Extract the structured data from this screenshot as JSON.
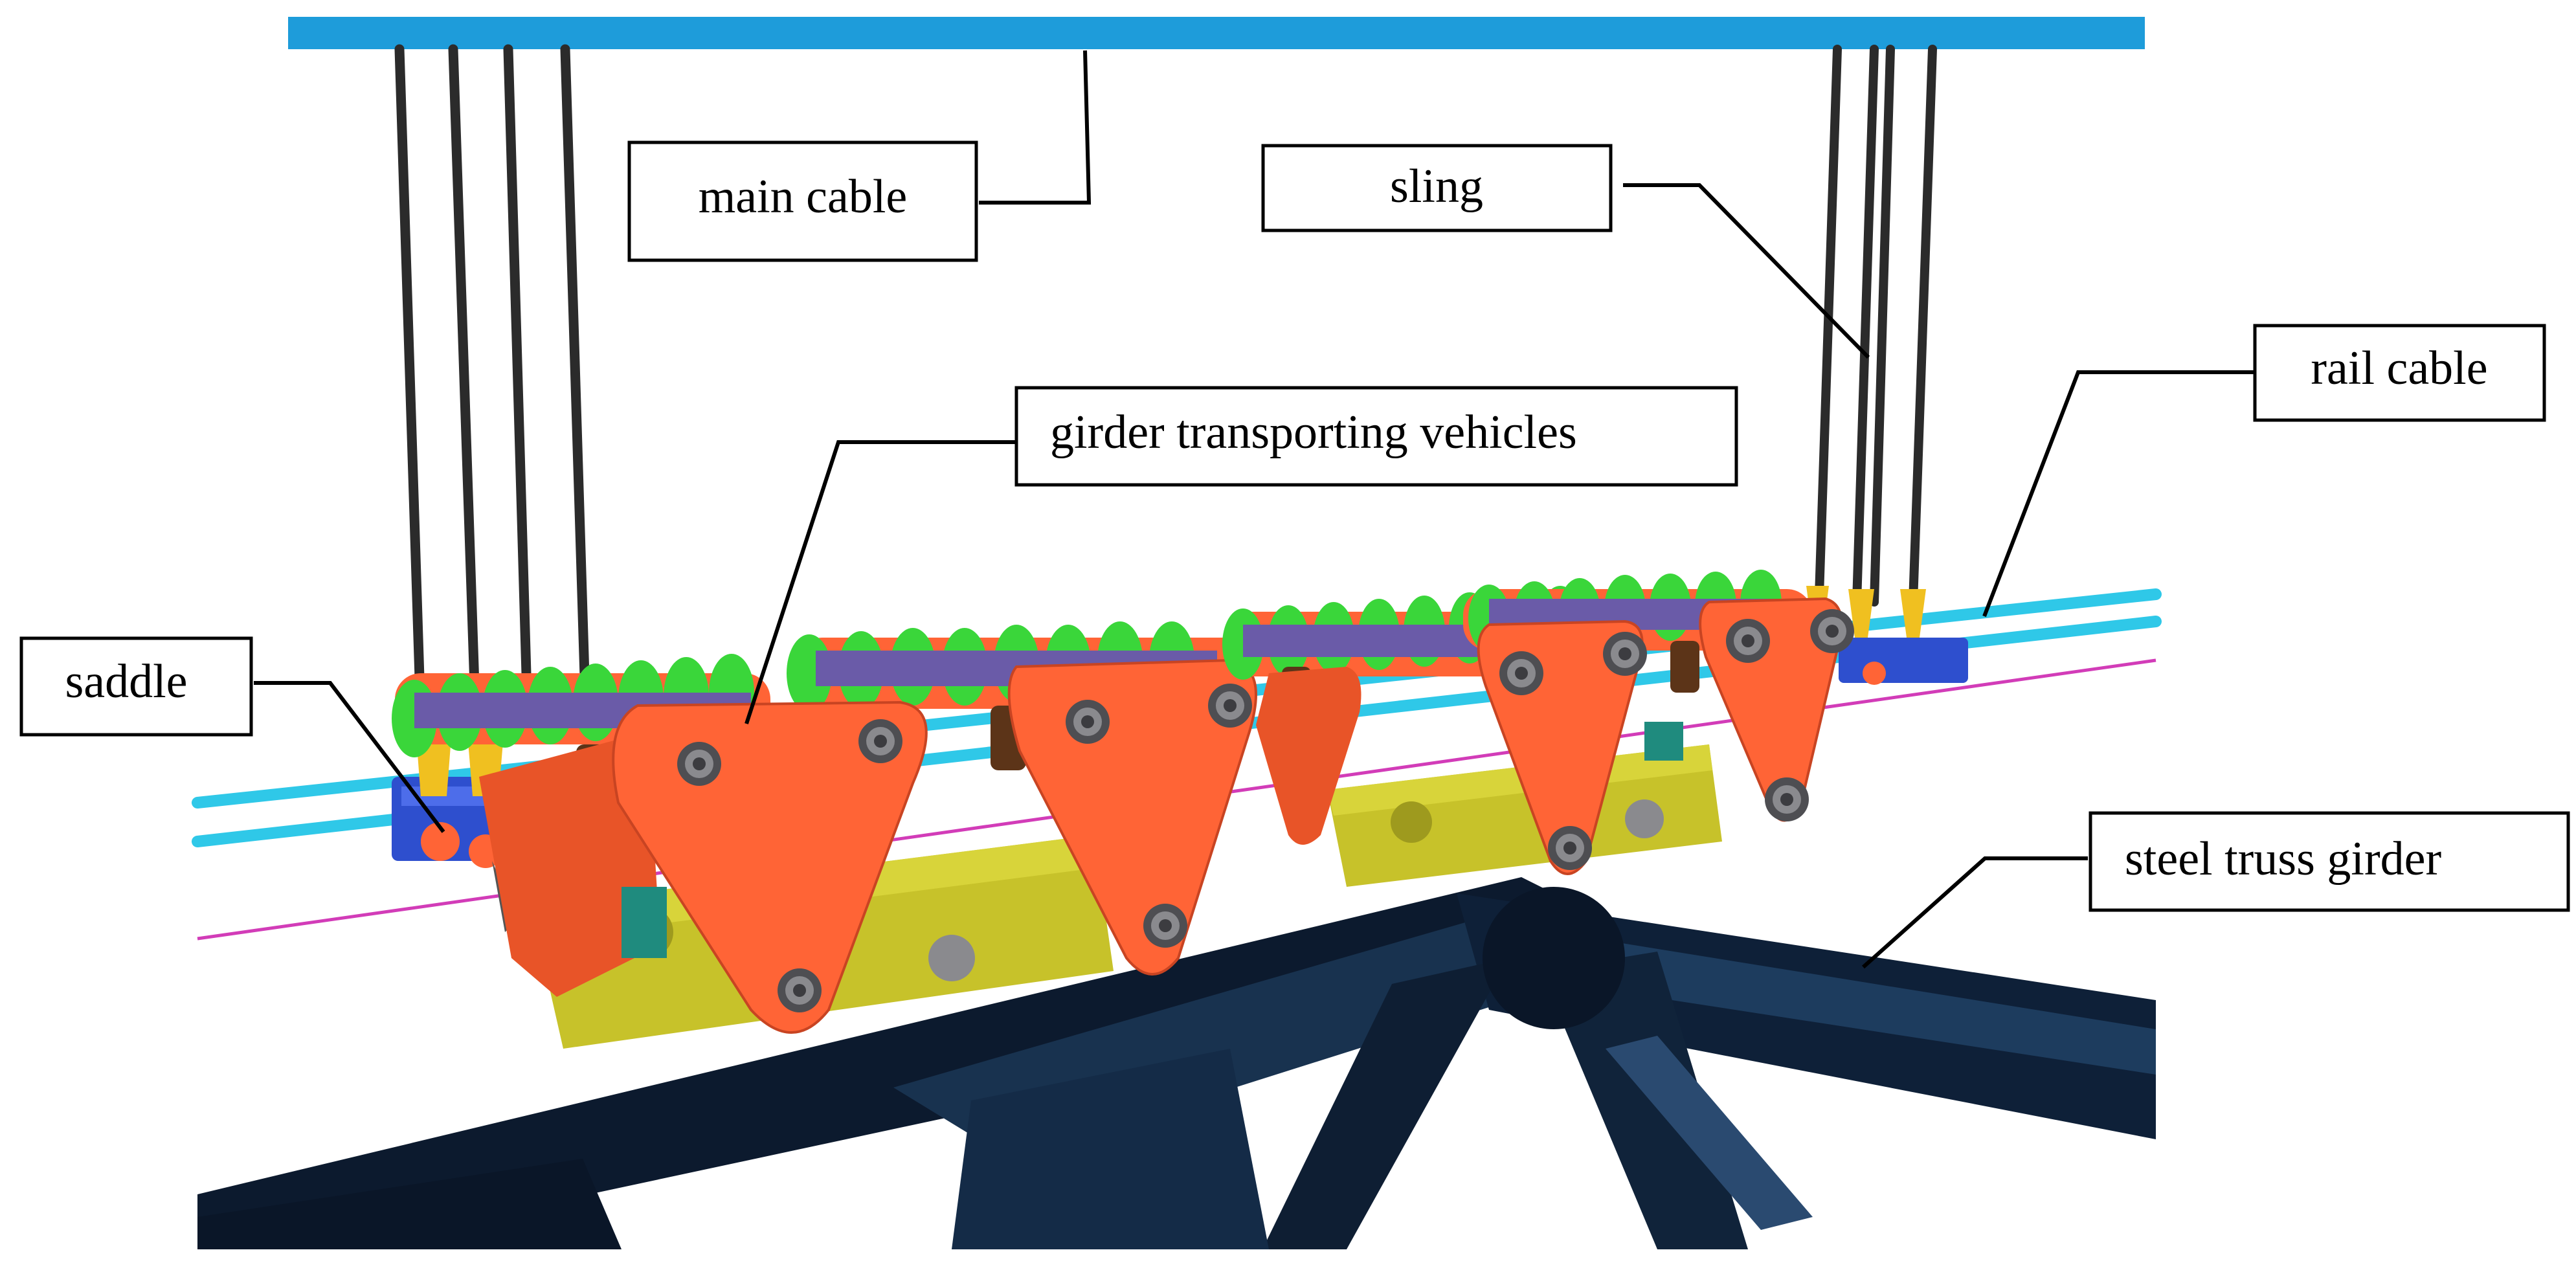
{
  "labels": {
    "main_cable": "main cable",
    "sling": "sling",
    "rail_cable": "rail cable",
    "girder_vehicles": "girder transporting vehicles",
    "saddle": "saddle",
    "steel_truss_girder": "steel truss girder"
  },
  "colors": {
    "main_cable": "#1E9CDA",
    "sling": "#2B2B2B",
    "rail_cable": "#2FC8E8",
    "vehicle_plate": "#FF6436",
    "roller": "#3AD63A",
    "roller_axle": "#6A5BA8",
    "yellow_beam": "#C7C22A",
    "truss": "#0C1A2E",
    "saddle_blue": "#2E4FCE",
    "bolt": "#6E6E72",
    "magenta_wire": "#D23CB8"
  }
}
